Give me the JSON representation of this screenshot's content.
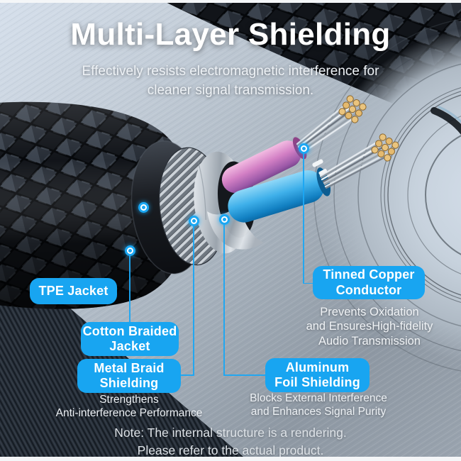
{
  "header": {
    "title": "Multi-Layer Shielding",
    "subtitle": "Effectively resists electromagnetic interference for\ncleaner signal transmission."
  },
  "callouts": {
    "tpe_jacket": {
      "label": "TPE Jacket"
    },
    "cotton_braided_jacket": {
      "label": "Cotton Braided\nJacket"
    },
    "metal_braid_shielding": {
      "label": "Metal Braid\nShielding",
      "description": "Strengthens\nAnti-interference Performance"
    },
    "aluminum_foil_shielding": {
      "label": "Aluminum\nFoil Shielding",
      "description": "Blocks External Interference\nand Enhances Signal Purity"
    },
    "tinned_copper_conductor": {
      "label": "Tinned Copper\nConductor",
      "description": "Prevents Oxidation\nand EnsuresHigh-fidelity\nAudio Transmission"
    }
  },
  "footnote": "Note: The internal structure is a rendering.\nPlease refer to the actual product.",
  "colors": {
    "callout_blue": "#18a5f1",
    "marker_blue": "#1ba7f3",
    "wire_pink": "#d27fc4",
    "wire_blue": "#3fb0ea",
    "copper_gold": "#eac47e",
    "title_white": "#ffffff"
  }
}
